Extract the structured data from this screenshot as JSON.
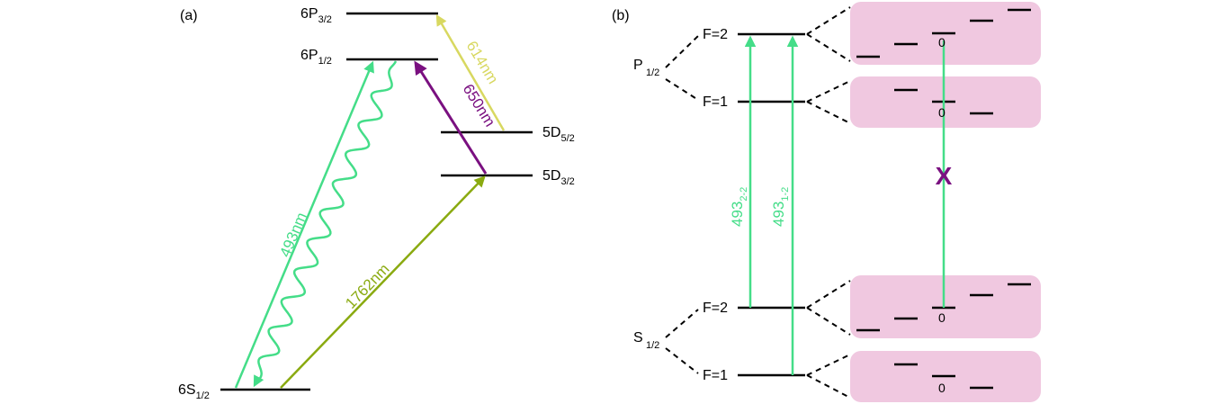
{
  "panel_a": {
    "tag": "(a)",
    "levels": {
      "p32": {
        "main": "6P",
        "sub": "3/2"
      },
      "p12": {
        "main": "6P",
        "sub": "1/2"
      },
      "d52": {
        "main": "5D",
        "sub": "5/2"
      },
      "d32": {
        "main": "5D",
        "sub": "3/2"
      },
      "s12": {
        "main": "6S",
        "sub": "1/2"
      }
    },
    "transitions": {
      "t614": "614nm",
      "t650": "650nm",
      "t493": "493nm",
      "t1762": "1762nm"
    }
  },
  "panel_b": {
    "tag": "(b)",
    "manifolds": {
      "p": {
        "main": "P",
        "sub": "1/2"
      },
      "s": {
        "main": "S",
        "sub": "1/2"
      }
    },
    "levels": {
      "pf2": "F=2",
      "pf1": "F=1",
      "sf2": "F=2",
      "sf1": "F=1"
    },
    "beams": {
      "b22": {
        "main": "493",
        "sub": "2-2"
      },
      "b12": {
        "main": "493",
        "sub": "1-2"
      }
    },
    "zero_labels": [
      "0",
      "0",
      "0",
      "0"
    ],
    "forbidden_mark": "X"
  },
  "colors": {
    "green": "#44dd88",
    "yellow": "#d8d860",
    "purple": "#7a1080",
    "olive": "#8aaa10",
    "pink": "#f0c8e0"
  }
}
